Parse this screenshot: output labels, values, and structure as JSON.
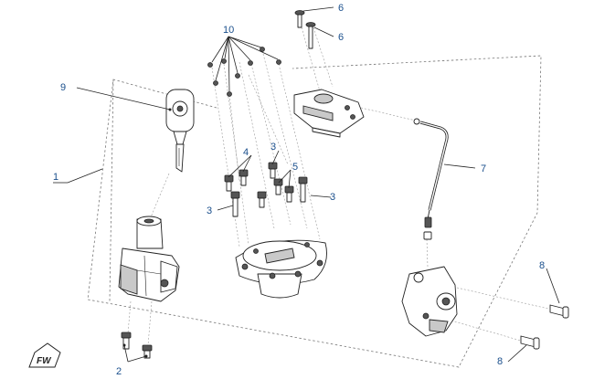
{
  "callouts": [
    {
      "id": "1",
      "text": "1"
    },
    {
      "id": "2",
      "text": "2"
    },
    {
      "id": "3a",
      "text": "3"
    },
    {
      "id": "3b",
      "text": "3"
    },
    {
      "id": "3c",
      "text": "3"
    },
    {
      "id": "4",
      "text": "4"
    },
    {
      "id": "5",
      "text": "5"
    },
    {
      "id": "6a",
      "text": "6"
    },
    {
      "id": "6b",
      "text": "6"
    },
    {
      "id": "7",
      "text": "7"
    },
    {
      "id": "8a",
      "text": "8"
    },
    {
      "id": "8b",
      "text": "8"
    },
    {
      "id": "9",
      "text": "9"
    },
    {
      "id": "10",
      "text": "10"
    }
  ],
  "logo_text": "FW"
}
